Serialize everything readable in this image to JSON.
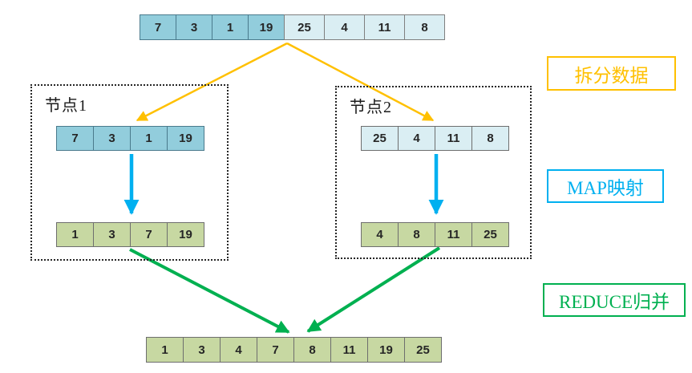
{
  "diagram": {
    "input_array": {
      "values": [
        "7",
        "3",
        "1",
        "19",
        "25",
        "4",
        "11",
        "8"
      ]
    },
    "node1": {
      "label": "节点1",
      "input": [
        "7",
        "3",
        "1",
        "19"
      ],
      "sorted": [
        "1",
        "3",
        "7",
        "19"
      ]
    },
    "node2": {
      "label": "节点2",
      "input": [
        "25",
        "4",
        "11",
        "8"
      ],
      "sorted": [
        "4",
        "8",
        "11",
        "25"
      ]
    },
    "output_array": {
      "values": [
        "1",
        "3",
        "4",
        "7",
        "8",
        "11",
        "19",
        "25"
      ]
    },
    "stage_labels": {
      "split": "拆分数据",
      "map": "MAP映射",
      "reduce": "REDUCE归并"
    }
  },
  "colors": {
    "cell-dark-blue": "#92CDDC",
    "cell-light-blue": "#DAEEF3",
    "cell-green": "#C7D8A2",
    "arrow-split": "#FFC000",
    "arrow-map": "#00B0F0",
    "arrow-reduce": "#00B050"
  }
}
